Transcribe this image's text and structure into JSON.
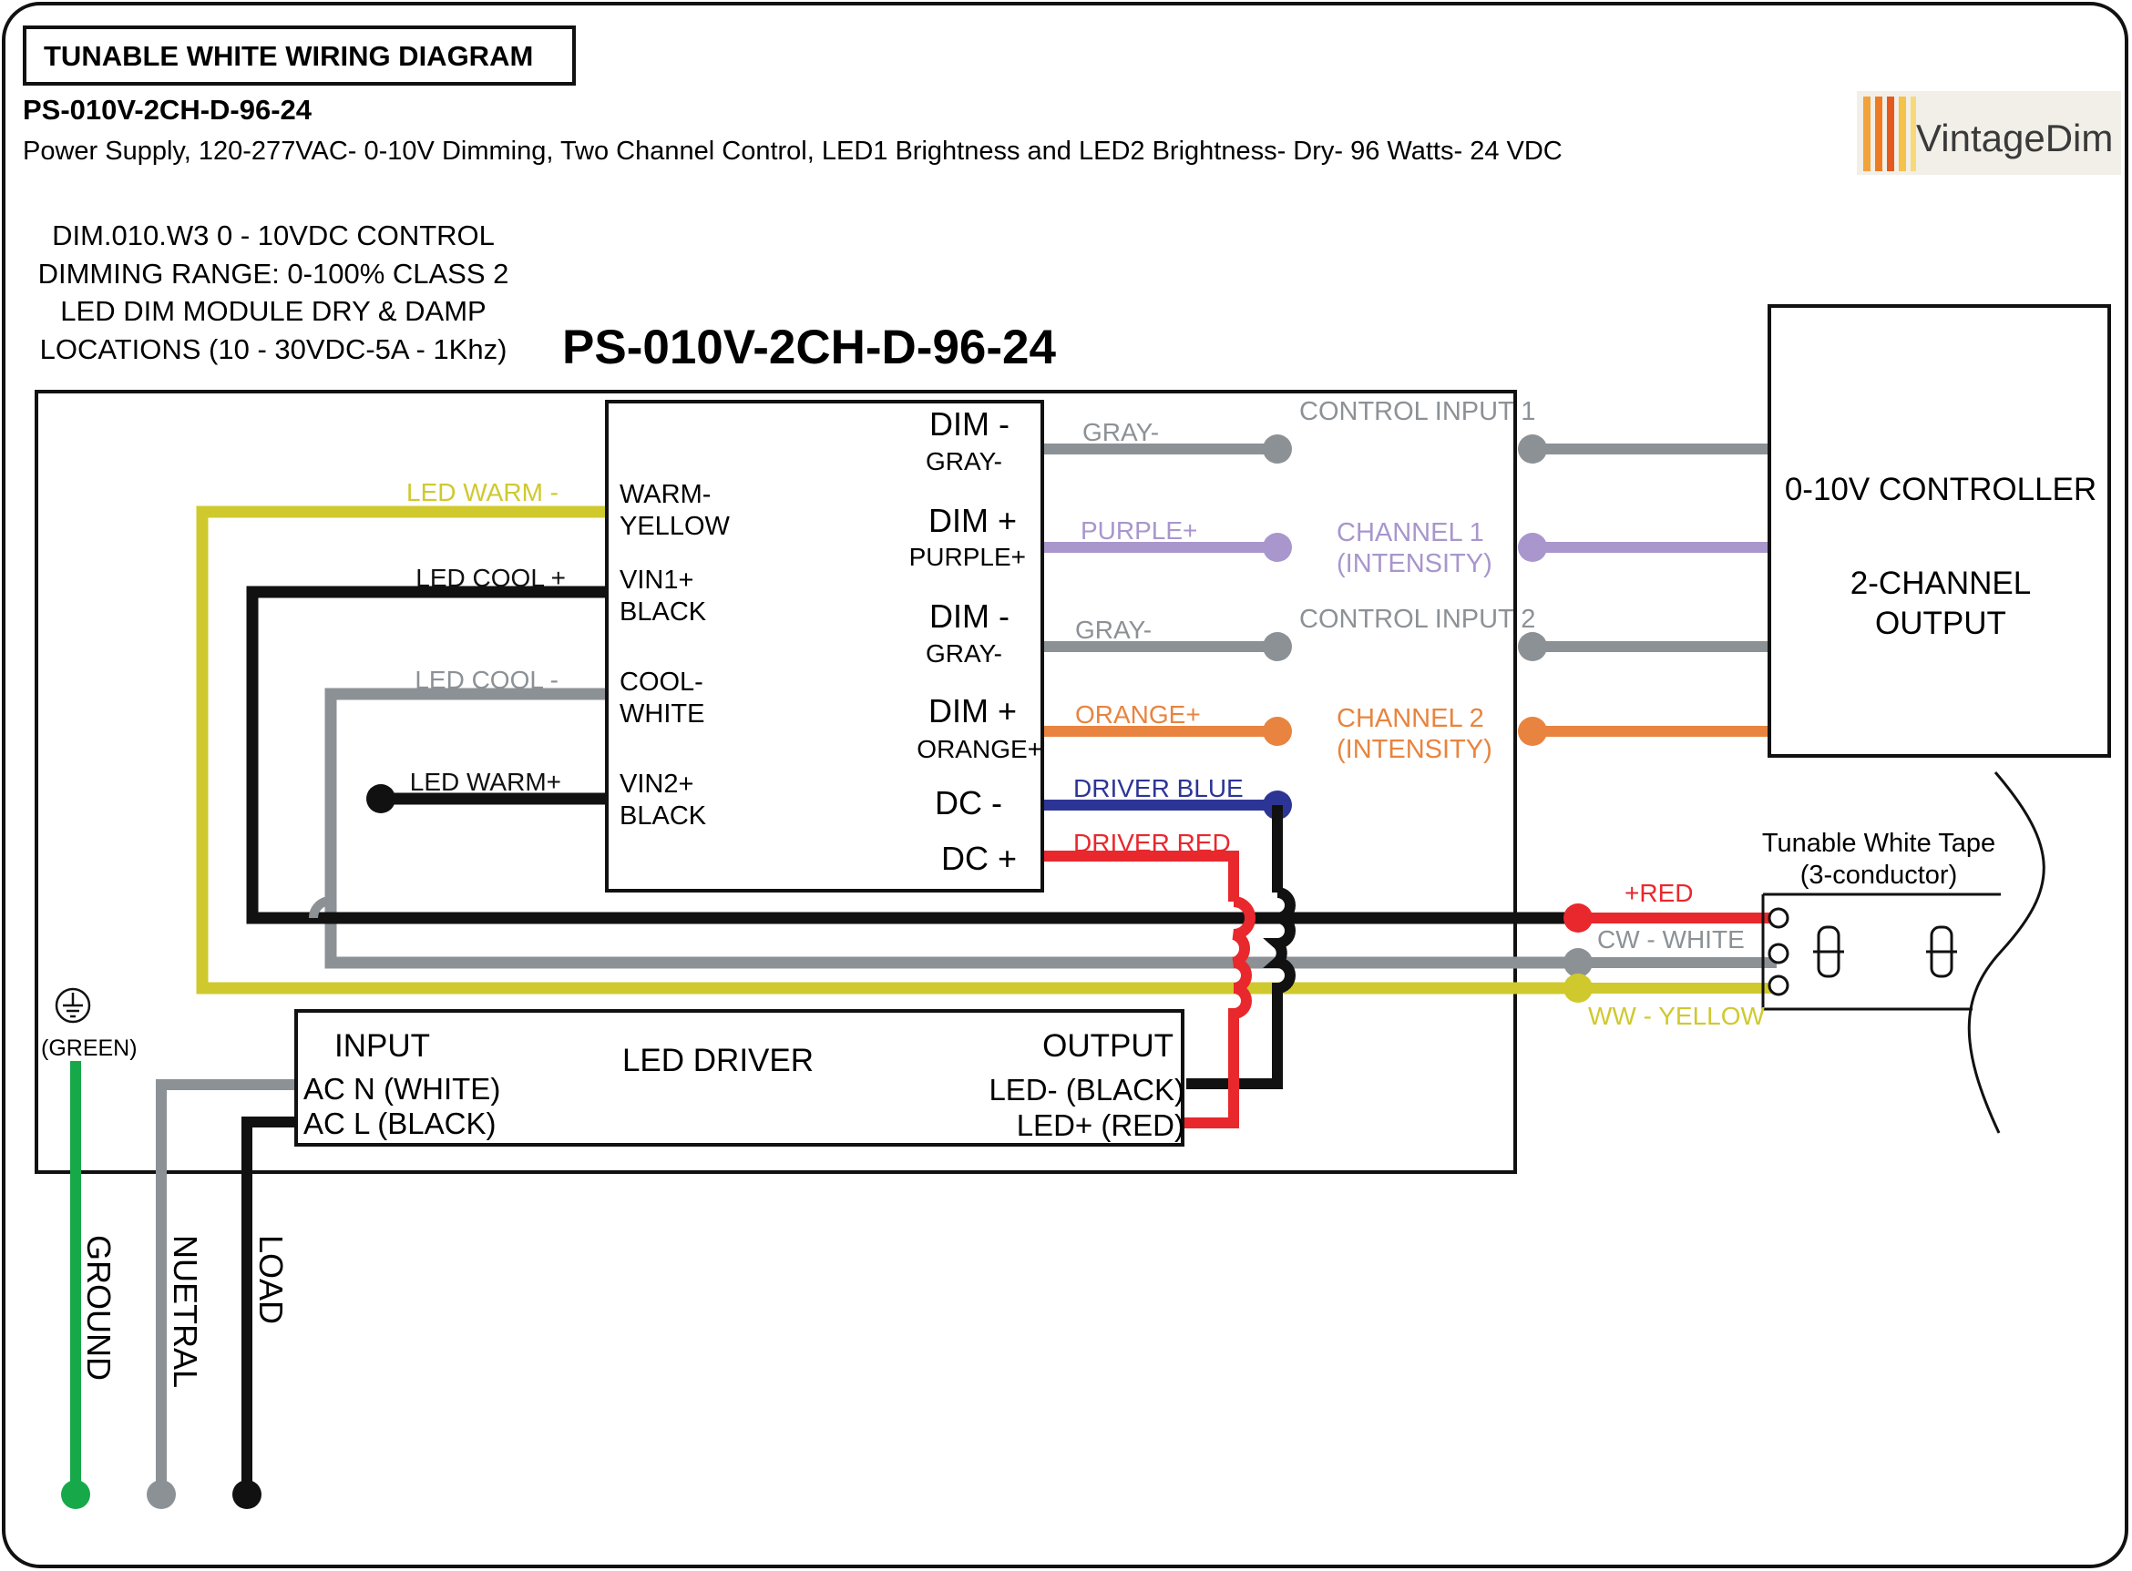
{
  "header": {
    "title": "TUNABLE WHITE WIRING DIAGRAM",
    "model": "PS-010V-2CH-D-96-24",
    "description": "Power Supply, 120-277VAC- 0-10V Dimming, Two Channel Control, LED1 Brightness and LED2 Brightness- Dry- 96 Watts- 24 VDC"
  },
  "logo": {
    "text": "VintageDim"
  },
  "spec_note": [
    "DIM.010.W3 0 - 10VDC CONTROL",
    "DIMMING RANGE: 0-100% CLASS 2",
    "LED DIM MODULE DRY & DAMP",
    "LOCATIONS (10 - 30VDC-5A - 1Khz)"
  ],
  "enclosure_title": "PS-010V-2CH-D-96-24",
  "module": {
    "left_terminals": [
      "WARM-",
      "YELLOW",
      "VIN1+",
      "BLACK",
      "COOL-",
      "WHITE",
      "VIN2+",
      "BLACK"
    ],
    "right_terminals": [
      "DIM -",
      "GRAY-",
      "DIM +",
      "PURPLE+",
      "DIM -",
      "GRAY-",
      "DIM +",
      "ORANGE+",
      "DC -",
      "DC +"
    ]
  },
  "led_labels": {
    "led_warm_minus": "LED WARM -",
    "led_cool_plus": "LED COOL +",
    "led_cool_minus": "LED COOL -",
    "led_warm_plus": "LED WARM+"
  },
  "wire_labels": {
    "gray1": "GRAY-",
    "purple": "PURPLE+",
    "gray2": "GRAY-",
    "orange": "ORANGE+",
    "driver_blue": "DRIVER BLUE",
    "driver_red": "DRIVER RED"
  },
  "control_labels": {
    "control_input_1": "CONTROL INPUT 1",
    "channel_1": [
      "CHANNEL 1",
      "(INTENSITY)"
    ],
    "control_input_2": "CONTROL INPUT 2",
    "channel_2": [
      "CHANNEL 2",
      "(INTENSITY)"
    ]
  },
  "controller": {
    "line1": "0-10V CONTROLLER",
    "line2": "2-CHANNEL",
    "line3": "OUTPUT"
  },
  "tape": {
    "title": "Tunable White Tape",
    "subtitle": "(3-conductor)",
    "red": "+RED",
    "white": "CW - WHITE",
    "yellow": "WW - YELLOW"
  },
  "driver": {
    "title": "LED DRIVER",
    "input": "INPUT",
    "ac_n": "AC N (WHITE)",
    "ac_l": "AC L (BLACK)",
    "output": "OUTPUT",
    "led_minus": "LED- (BLACK)",
    "led_plus": "LED+  (RED)"
  },
  "ground_symbol_label": "(GREEN)",
  "mains_labels": {
    "ground": "GROUND",
    "neutral": "NUETRAL",
    "load": "LOAD"
  },
  "colors": {
    "black": "#111111",
    "gray": "#8c9196",
    "yellow": "#cfc92e",
    "purple": "#a896cc",
    "orange": "#e8843f",
    "blue": "#2c3596",
    "red": "#e8282d",
    "green": "#17a84a",
    "yellow_text": "#cfc92e"
  }
}
